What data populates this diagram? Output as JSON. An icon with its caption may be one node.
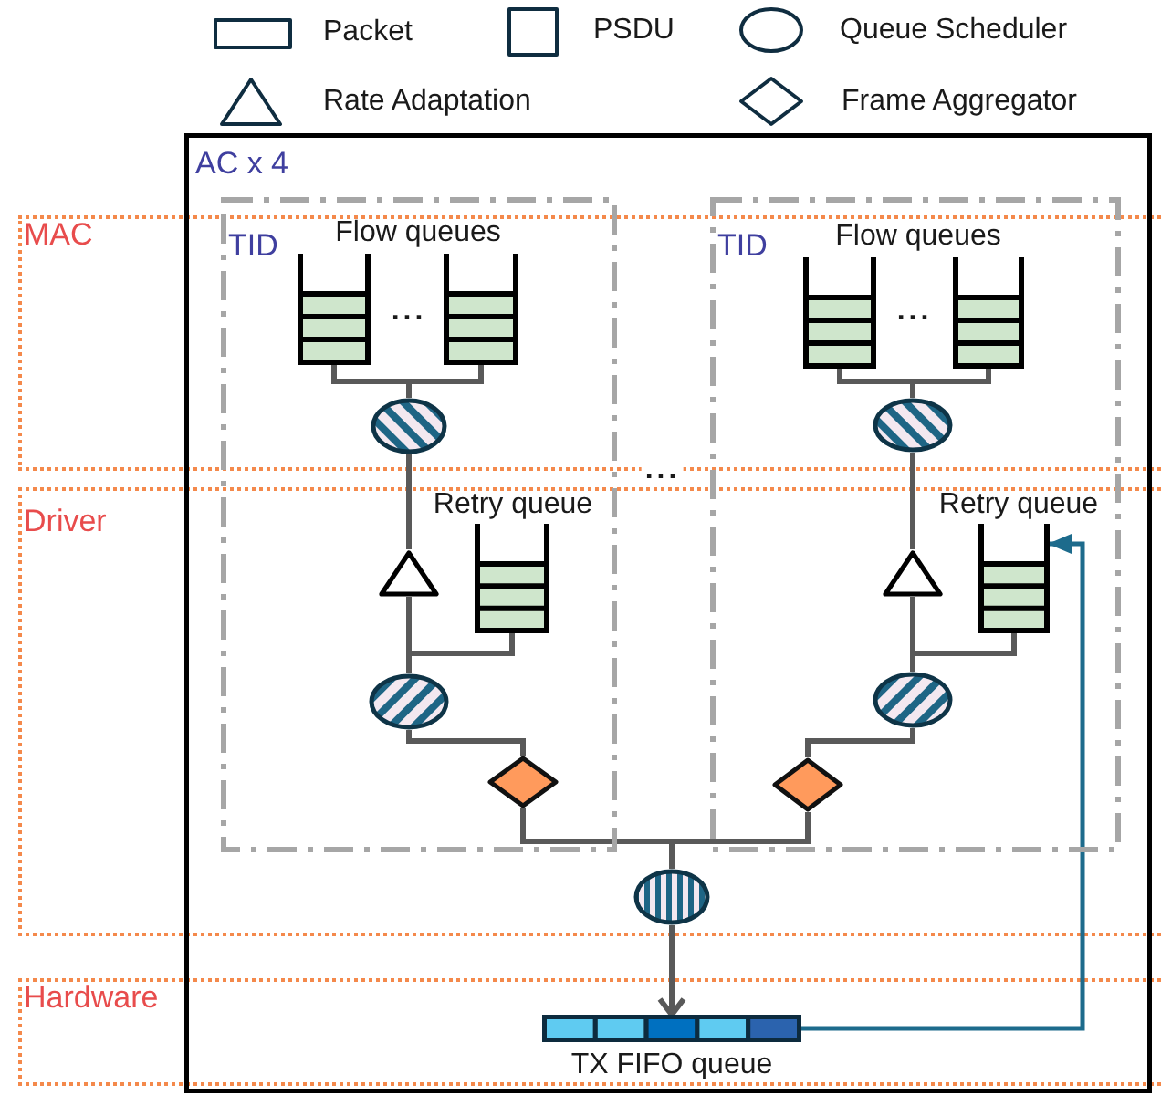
{
  "diagram": {
    "nodes": [
      {
        "text": [
          "AC x 4"
        ]
      },
      {
        "text": [
          "TID"
        ],
        "in": 0
      },
      {
        "text": [],
        "shape": "box",
        "in": 1
      },
      {
        "text": [],
        "shape": "box",
        "in": 1
      },
      {
        "text": [],
        "shape": "ellipse",
        "in": 1
      },
      {
        "text": [],
        "shape": "triangle",
        "in": 1
      },
      {
        "text": [],
        "shape": "box",
        "in": 1,
        "beside": [
          "Retry queue"
        ]
      },
      {
        "text": [],
        "shape": "ellipse",
        "in": 1
      },
      {
        "text": [],
        "shape": "diamond",
        "in": 1
      },
      {
        "text": [
          "TID"
        ],
        "in": 0
      },
      {
        "text": [],
        "shape": "box",
        "in": 9
      },
      {
        "text": [],
        "shape": "box",
        "in": 9
      },
      {
        "text": [],
        "shape": "ellipse",
        "in": 9
      },
      {
        "text": [],
        "shape": "triangle",
        "in": 9
      },
      {
        "text": [],
        "shape": "box",
        "in": 9,
        "beside": [
          "Retry queue"
        ]
      },
      {
        "text": [],
        "shape": "ellipse",
        "in": 9
      },
      {
        "text": [],
        "shape": "diamond",
        "in": 9
      },
      {
        "text": [],
        "shape": "ellipse",
        "in": 0
      },
      {
        "text": [],
        "shape": "bar",
        "in": 0,
        "beside": [
          "TX FIFO queue"
        ]
      }
    ],
    "edges": [
      {
        "from": 2,
        "to": 4,
        "arrow": "none"
      },
      {
        "from": 3,
        "to": 4,
        "arrow": "none"
      },
      {
        "from": 4,
        "to": 5,
        "arrow": "none"
      },
      {
        "from": 5,
        "to": 7,
        "arrow": "none"
      },
      {
        "from": 6,
        "to": 7,
        "arrow": "none"
      },
      {
        "from": 7,
        "to": 8,
        "arrow": "none"
      },
      {
        "from": 10,
        "to": 12,
        "arrow": "none"
      },
      {
        "from": 11,
        "to": 12,
        "arrow": "none"
      },
      {
        "from": 12,
        "to": 13,
        "arrow": "none"
      },
      {
        "from": 13,
        "to": 15,
        "arrow": "none"
      },
      {
        "from": 14,
        "to": 15,
        "arrow": "none"
      },
      {
        "from": 15,
        "to": 16,
        "arrow": "none"
      },
      {
        "from": 8,
        "to": 17,
        "arrow": "none"
      },
      {
        "from": 16,
        "to": 17,
        "arrow": "none"
      },
      {
        "from": 17,
        "to": 18,
        "arrow": "to"
      },
      {
        "from": 18,
        "to": 14,
        "arrow": "to",
        "color": "#1d6b8c"
      }
    ],
    "labels": [
      "MAC",
      "Flow queues",
      "Flow queues",
      "...",
      "...",
      "...",
      "Driver",
      "Hardware"
    ],
    "legend": [
      {
        "text": "Packet"
      },
      {
        "text": "PSDU"
      },
      {
        "text": "Queue Scheduler"
      },
      {
        "text": "Rate Adaptation"
      },
      {
        "text": "Frame Aggregator"
      }
    ]
  }
}
